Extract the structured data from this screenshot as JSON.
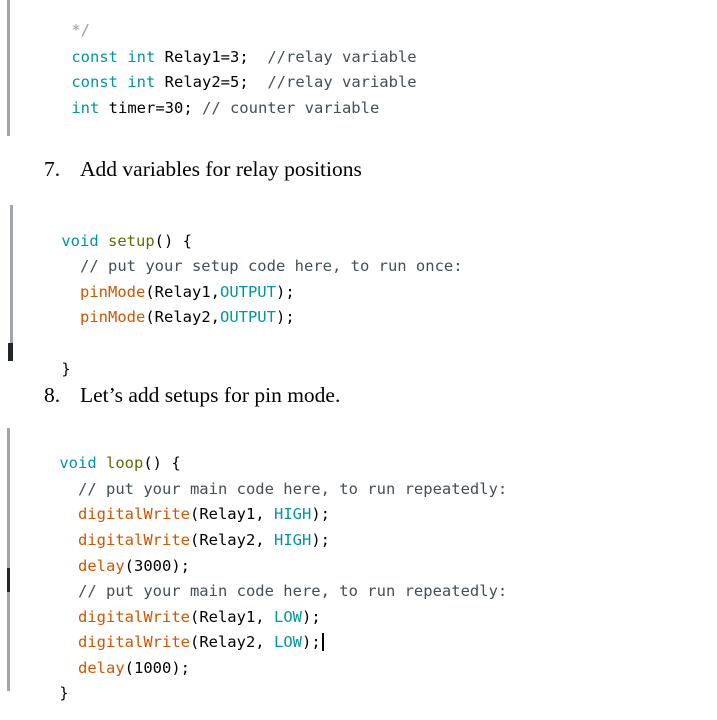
{
  "block1": {
    "lines": [
      [
        "*/"
      ],
      [
        "const",
        " ",
        "int",
        " Relay1=3;  ",
        "//relay variable"
      ],
      [
        "const",
        " ",
        "int",
        " Relay2=5;  ",
        "//relay variable"
      ],
      [
        "int",
        " timer=30; ",
        "// counter variable"
      ]
    ]
  },
  "step7": {
    "number": "7.",
    "text": "Add variables for relay positions"
  },
  "block2": {
    "lines": [
      [
        "void",
        " ",
        "setup",
        "() {"
      ],
      [
        "  // put your setup code here, to run once:"
      ],
      [
        "  ",
        "pinMode",
        "(Relay1,",
        "OUTPUT",
        ");"
      ],
      [
        "  ",
        "pinMode",
        "(Relay2,",
        "OUTPUT",
        ");"
      ],
      [
        "}"
      ]
    ]
  },
  "step8": {
    "number": "8.",
    "text": "Let’s add setups for pin mode."
  },
  "block3": {
    "lines": [
      [
        "void",
        " ",
        "loop",
        "() {"
      ],
      [
        "  // put your main code here, to run repeatedly:"
      ],
      [
        "  ",
        "digitalWrite",
        "(Relay1, ",
        "HIGH",
        ");"
      ],
      [
        "  ",
        "digitalWrite",
        "(Relay2, ",
        "HIGH",
        ");"
      ],
      [
        "  ",
        "delay",
        "(3000);"
      ],
      [
        "  // put your main code here, to run repeatedly:"
      ],
      [
        "  ",
        "digitalWrite",
        "(Relay1, ",
        "LOW",
        ");"
      ],
      [
        "  ",
        "digitalWrite",
        "(Relay2, ",
        "LOW",
        ");"
      ],
      [
        "  ",
        "delay",
        "(1000);"
      ],
      [
        "}"
      ]
    ]
  },
  "colors": {
    "keyword": "#00979c",
    "function": "#d35400",
    "comment": "#434f54",
    "constant": "#00979c",
    "text": "#000000",
    "gutter": "#9fa5a8"
  }
}
